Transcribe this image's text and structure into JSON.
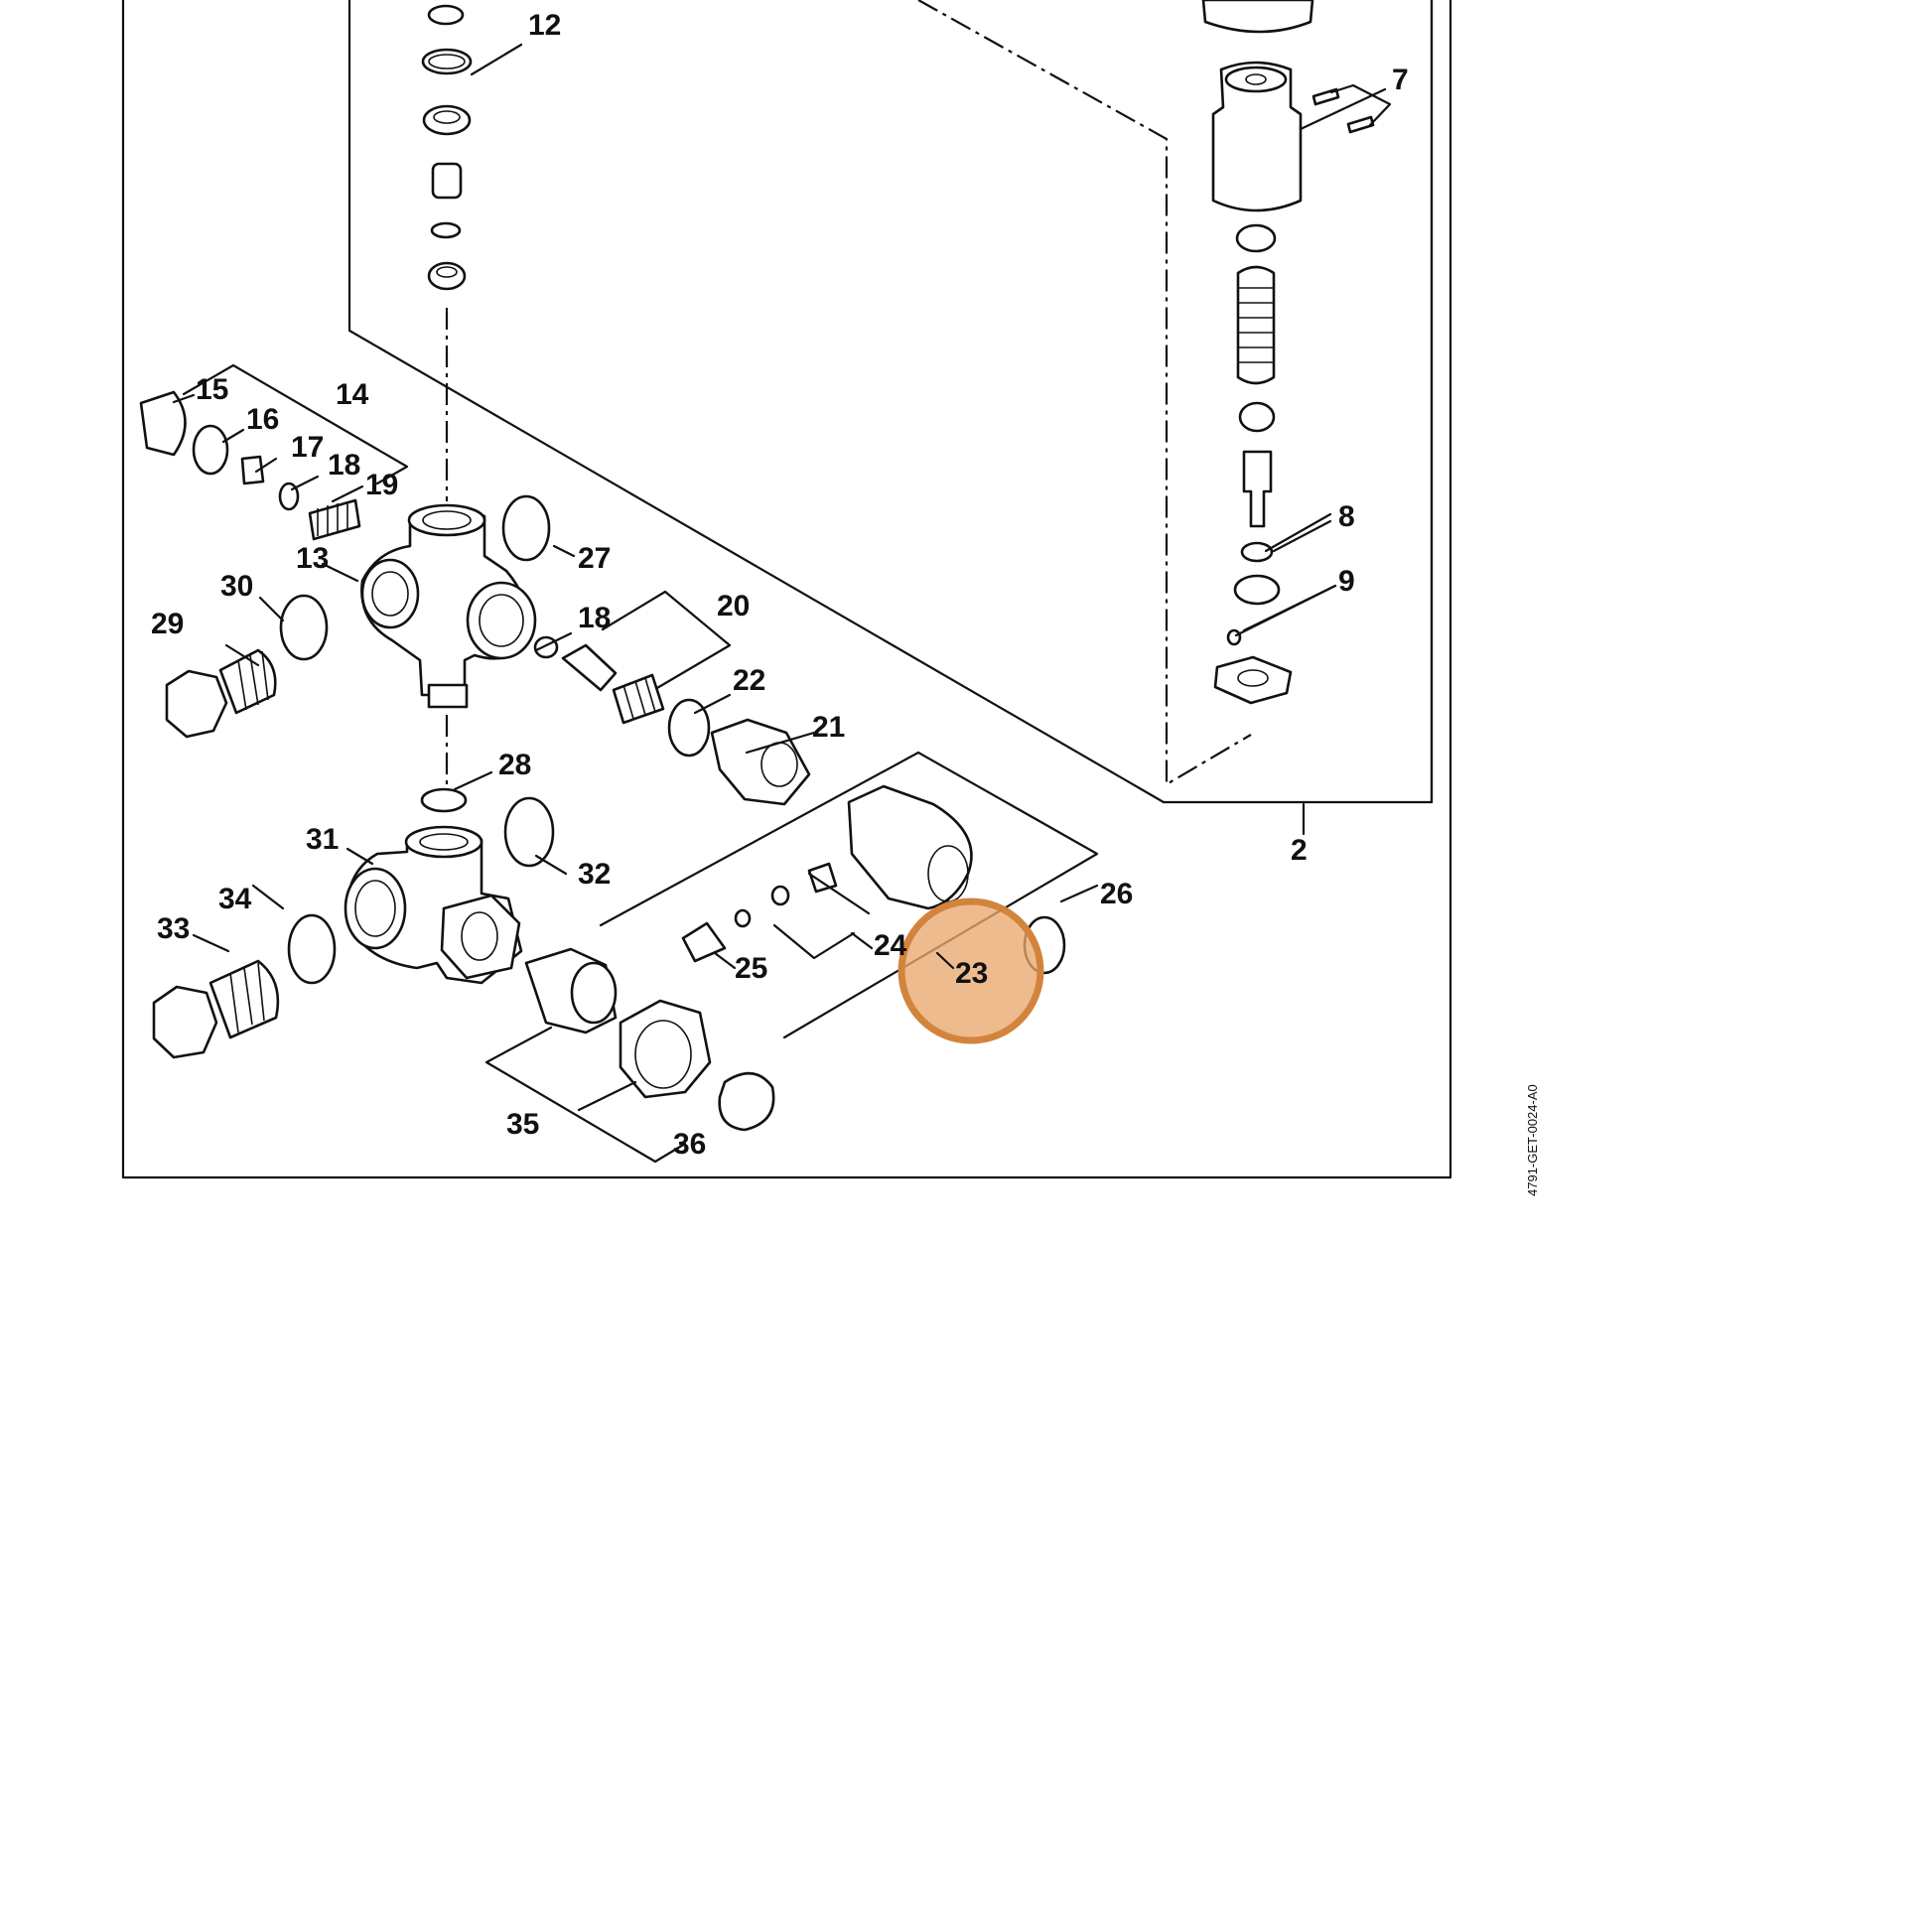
{
  "diagram": {
    "drawing_code": "4791-GET-0024-A0",
    "highlight_color": "#e9a86e",
    "highlight_stroke": "#d2843c",
    "highlighted_callout": "23",
    "callouts": [
      "2",
      "7",
      "8",
      "9",
      "12",
      "13",
      "14",
      "15",
      "16",
      "17",
      "18",
      "18",
      "19",
      "20",
      "21",
      "22",
      "23",
      "24",
      "25",
      "26",
      "27",
      "28",
      "29",
      "30",
      "31",
      "32",
      "33",
      "34",
      "35",
      "36"
    ]
  }
}
